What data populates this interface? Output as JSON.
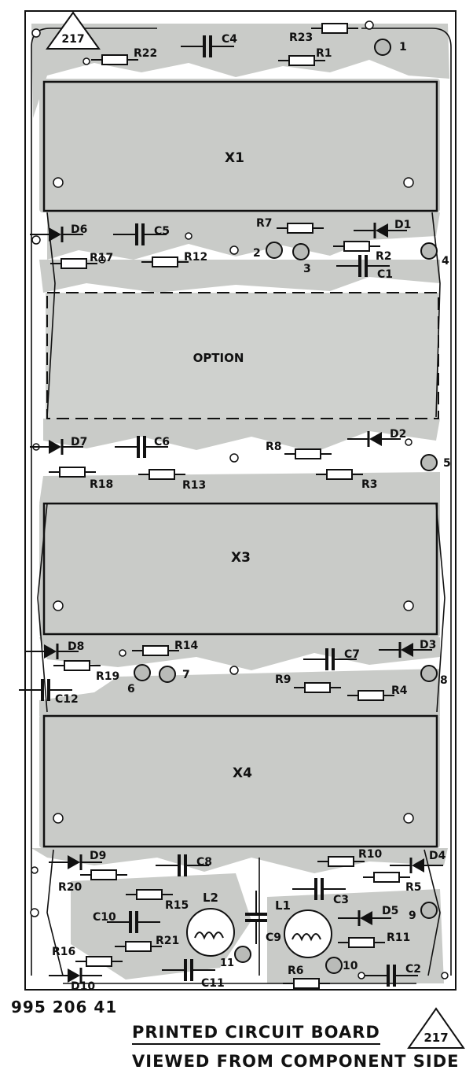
{
  "board_number": "217",
  "part_number": "995 206 41",
  "title_line_1": "PRINTED CIRCUIT BOARD",
  "title_line_2": "VIEWED FROM COMPONENT SIDE",
  "modules": {
    "x1": "X1",
    "option": "OPTION",
    "x3": "X3",
    "x4": "X4"
  },
  "test_points": [
    "1",
    "2",
    "3",
    "4",
    "5",
    "6",
    "7",
    "8",
    "9",
    "10",
    "11"
  ],
  "resistors": [
    "R1",
    "R2",
    "R3",
    "R4",
    "R5",
    "R6",
    "R7",
    "R8",
    "R9",
    "R10",
    "R11",
    "R12",
    "R13",
    "R14",
    "R15",
    "R16",
    "R17",
    "R18",
    "R19",
    "R20",
    "R21",
    "R22",
    "R23"
  ],
  "capacitors": [
    "C1",
    "C2",
    "C3",
    "C4",
    "C5",
    "C6",
    "C7",
    "C8",
    "C9",
    "C10",
    "C11",
    "C12"
  ],
  "diodes": [
    "D1",
    "D2",
    "D3",
    "D4",
    "D5",
    "D6",
    "D7",
    "D8",
    "D9",
    "D10"
  ],
  "inductors": [
    "L1",
    "L2"
  ],
  "colors": {
    "board": "#ffffff",
    "copper": "#c9cbc8",
    "ink": "#111111"
  }
}
